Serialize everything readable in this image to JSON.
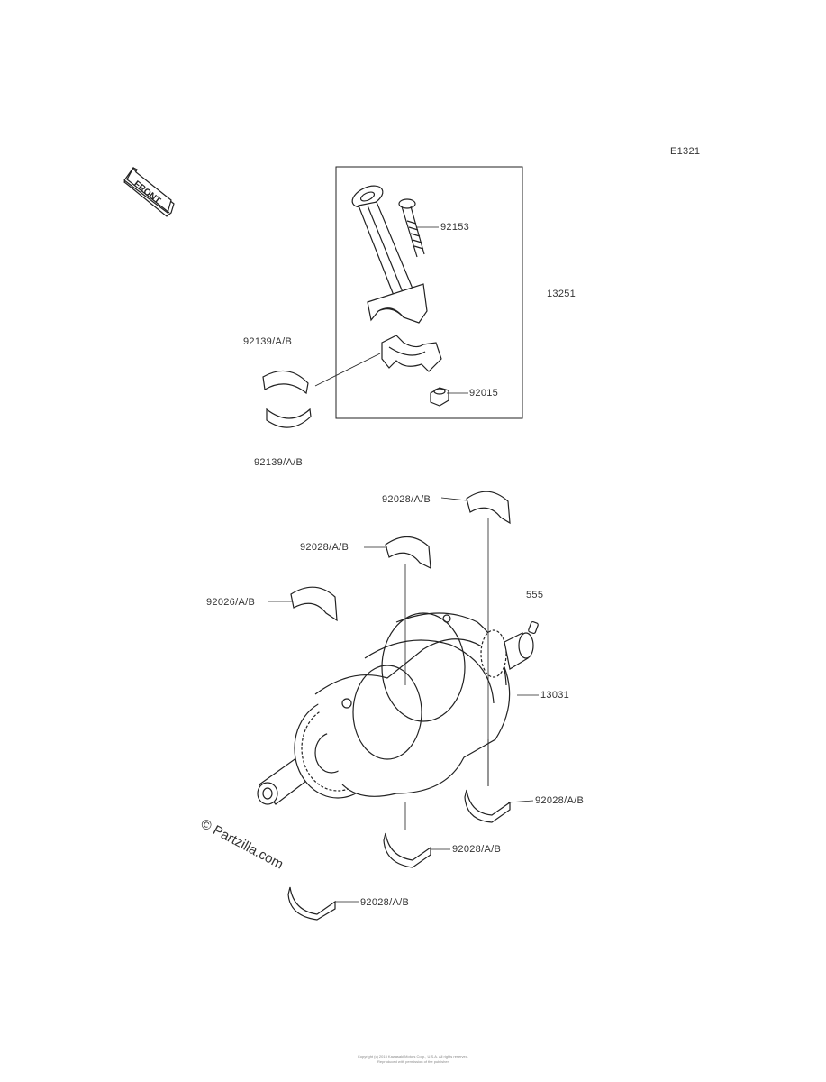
{
  "diagram_id": "E1321",
  "front_label": "FRONT",
  "watermark": "© Partzilla.com",
  "copyright_line1": "Copyright (c) 2015 Kawasaki Motors Corp., U.S.A. All rights reserved.",
  "copyright_line2": "Reproduced with permission of the publisher",
  "parts": {
    "p92153": "92153",
    "p13251": "13251",
    "p92139a": "92139/A/B",
    "p92139b": "92139/A/B",
    "p92015": "92015",
    "p92028a": "92028/A/B",
    "p92028b": "92028/A/B",
    "p92028c": "92026/A/B",
    "p555": "555",
    "p13031": "13031",
    "p92028d": "92028/A/B",
    "p92028e": "92028/A/B",
    "p92028f": "92028/A/B"
  }
}
